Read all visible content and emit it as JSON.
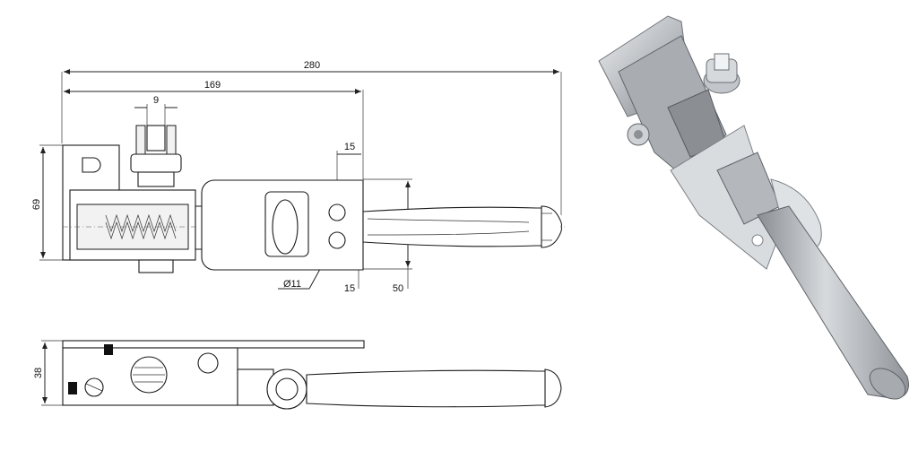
{
  "drawing": {
    "dimensions": {
      "overall_length": "280",
      "to_plate_edge": "169",
      "top_width": "9",
      "hole_offset_top": "15",
      "height_side": "69",
      "hole_diameter": "Ø11",
      "hole_offset_bottom": "15",
      "plate_height": "50",
      "bottom_height": "38"
    }
  },
  "photo": {
    "colors": {
      "metal": "#b9bcc0",
      "metal_dark": "#7d8186",
      "metal_light": "#e6e8ea"
    }
  }
}
